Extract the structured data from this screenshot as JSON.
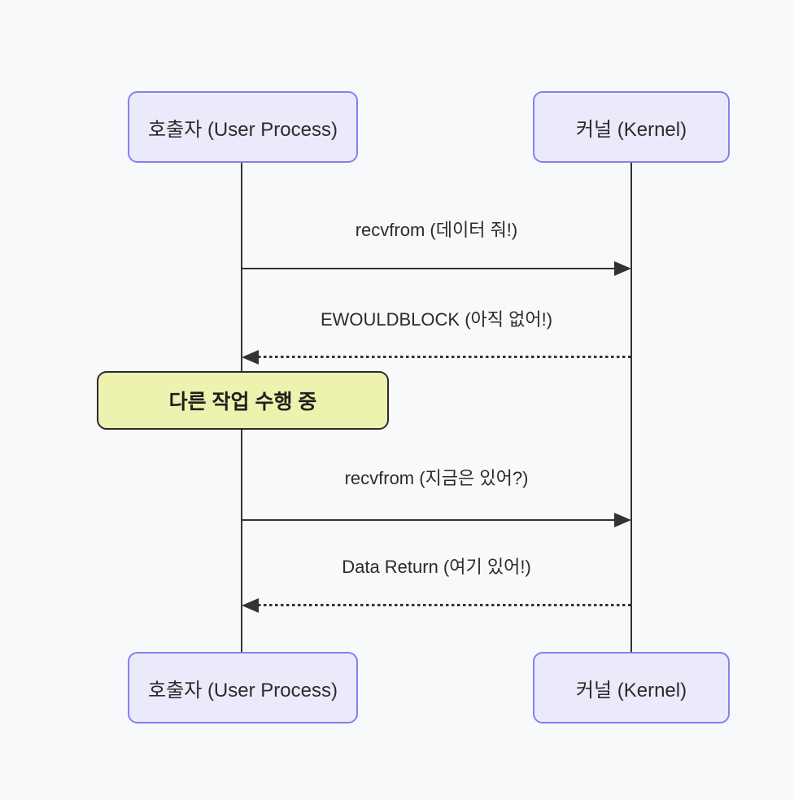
{
  "diagram": {
    "type": "sequence",
    "actors": {
      "left": {
        "label": "호출자 (User Process)"
      },
      "right": {
        "label": "커널 (Kernel)"
      }
    },
    "messages": [
      {
        "label": "recvfrom (데이터 줘!)",
        "from": "left",
        "to": "right",
        "style": "solid"
      },
      {
        "label": "EWOULDBLOCK (아직 없어!)",
        "from": "right",
        "to": "left",
        "style": "dotted"
      },
      {
        "label": "recvfrom (지금은 있어?)",
        "from": "left",
        "to": "right",
        "style": "solid"
      },
      {
        "label": "Data Return (여기 있어!)",
        "from": "right",
        "to": "left",
        "style": "dotted"
      }
    ],
    "note": {
      "label": "다른 작업 수행 중",
      "over": "left"
    },
    "colors": {
      "background": "#F8F9FB",
      "actor_fill": "#EAEAFB",
      "actor_border": "#8181F0",
      "note_fill": "#EDF2AE",
      "note_border": "#2B2B2B",
      "line": "#333333",
      "text": "#2B2B2B"
    }
  }
}
